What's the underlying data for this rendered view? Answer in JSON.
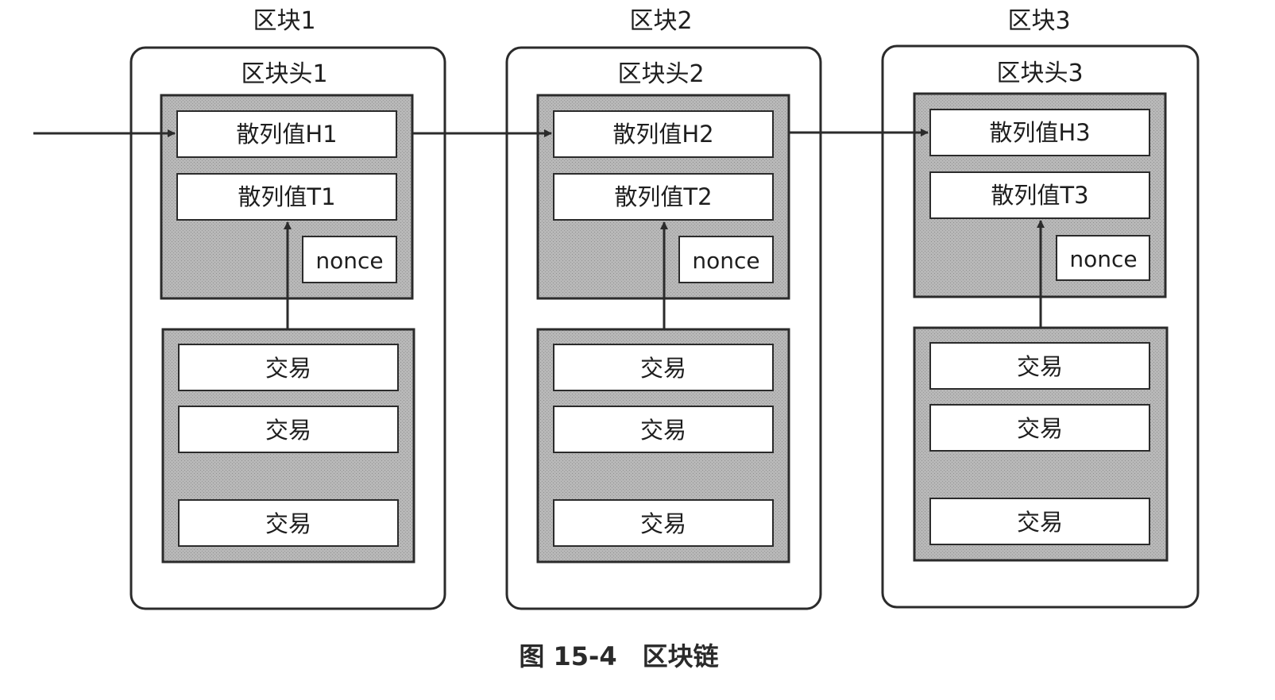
{
  "blocks": [
    {
      "title": "区块1",
      "header_title": "区块头1",
      "hash_h": "散列值H1",
      "hash_t": "散列值T1",
      "nonce": "nonce",
      "transactions": [
        "交易",
        "交易",
        "交易"
      ]
    },
    {
      "title": "区块2",
      "header_title": "区块头2",
      "hash_h": "散列值H2",
      "hash_t": "散列值T2",
      "nonce": "nonce",
      "transactions": [
        "交易",
        "交易",
        "交易"
      ]
    },
    {
      "title": "区块3",
      "header_title": "区块头3",
      "hash_h": "散列值H3",
      "hash_t": "散列值T3",
      "nonce": "nonce",
      "transactions": [
        "交易",
        "交易",
        "交易"
      ]
    }
  ],
  "caption": "图 15-4　区块链",
  "colors": {
    "outline": "#2b2b2b",
    "shaded_fill": "#b5b5b5",
    "box_fill": "#ffffff"
  }
}
